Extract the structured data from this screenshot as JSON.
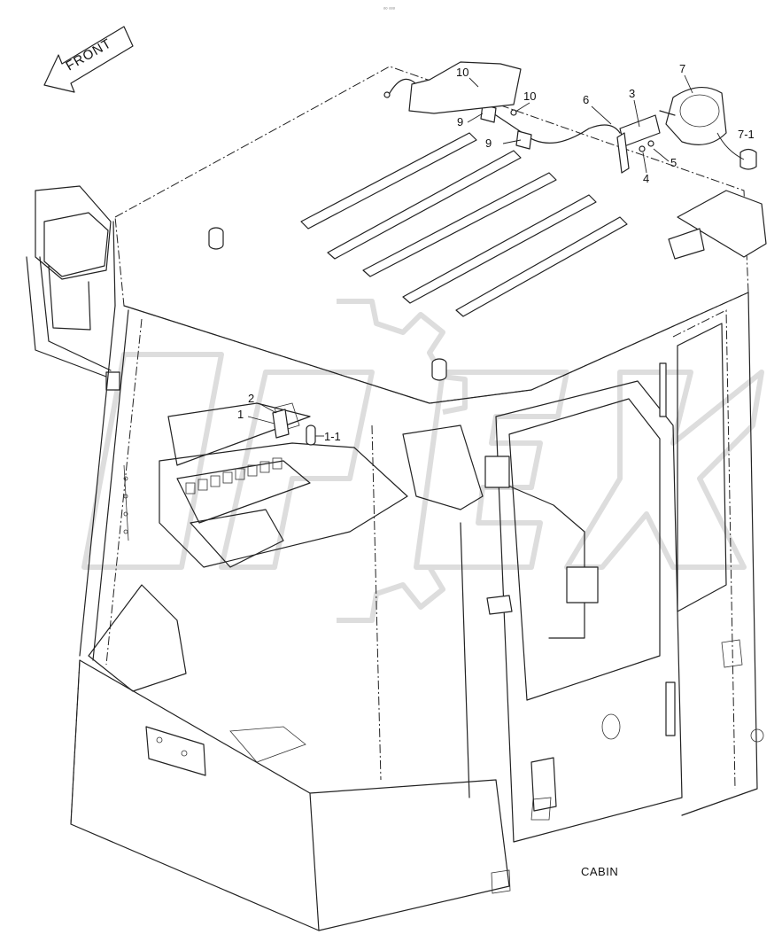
{
  "header": {
    "top_mark": "ᵒᵒ ᵒᵒᵒ"
  },
  "orientation": {
    "front_label": "FRONT"
  },
  "diagram": {
    "assembly_label": "CABIN",
    "callouts": [
      {
        "id": "10a",
        "text": "10"
      },
      {
        "id": "10b",
        "text": "10"
      },
      {
        "id": "9a",
        "text": "9"
      },
      {
        "id": "9b",
        "text": "9"
      },
      {
        "id": "6",
        "text": "6"
      },
      {
        "id": "3",
        "text": "3"
      },
      {
        "id": "7",
        "text": "7"
      },
      {
        "id": "7-1",
        "text": "7-1"
      },
      {
        "id": "5",
        "text": "5"
      },
      {
        "id": "4",
        "text": "4"
      },
      {
        "id": "2",
        "text": "2"
      },
      {
        "id": "1",
        "text": "1"
      },
      {
        "id": "1-1",
        "text": "1-1"
      }
    ]
  },
  "watermark": {
    "text": "OPEX"
  }
}
